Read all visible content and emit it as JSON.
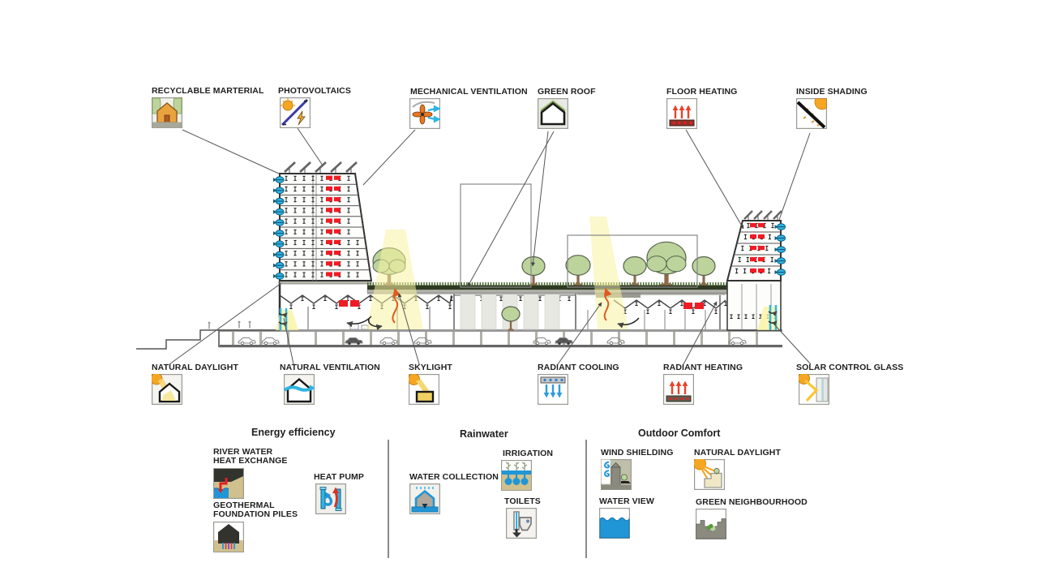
{
  "callouts_top": [
    {
      "label": "RECYCLABLE MARTERIAL",
      "icon": "recyclable-material"
    },
    {
      "label": "PHOTOVOLTAICS",
      "icon": "photovoltaics"
    },
    {
      "label": "MECHANICAL VENTILATION",
      "icon": "mechanical-ventilation"
    },
    {
      "label": "GREEN ROOF",
      "icon": "green-roof"
    },
    {
      "label": "FLOOR HEATING",
      "icon": "floor-heating"
    },
    {
      "label": "INSIDE SHADING",
      "icon": "inside-shading"
    }
  ],
  "callouts_bottom": [
    {
      "label": "NATURAL DAYLIGHT",
      "icon": "natural-daylight"
    },
    {
      "label": "NATURAL VENTILATION",
      "icon": "natural-ventilation"
    },
    {
      "label": "SKYLIGHT",
      "icon": "skylight"
    },
    {
      "label": "RADIANT COOLING",
      "icon": "radiant-cooling"
    },
    {
      "label": "RADIANT HEATING",
      "icon": "radiant-heating"
    },
    {
      "label": "SOLAR CONTROL GLASS",
      "icon": "solar-control-glass"
    }
  ],
  "legend": {
    "sections": [
      {
        "title": "Energy efficiency",
        "items": [
          {
            "label": "RIVER WATER\nHEAT EXCHANGE",
            "icon": "river-water-heat-exchange"
          },
          {
            "label": "HEAT PUMP",
            "icon": "heat-pump"
          },
          {
            "label": "GEOTHERMAL\nFOUNDATION PILES",
            "icon": "geothermal-foundation-piles"
          }
        ]
      },
      {
        "title": "Rainwater",
        "items": [
          {
            "label": "WATER COLLECTION",
            "icon": "water-collection"
          },
          {
            "label": "IRRIGATION",
            "icon": "irrigation"
          },
          {
            "label": "TOILETS",
            "icon": "toilets"
          }
        ]
      },
      {
        "title": "Outdoor Comfort",
        "items": [
          {
            "label": "WIND SHIELDING",
            "icon": "wind-shielding"
          },
          {
            "label": "NATURAL DAYLIGHT",
            "icon": "natural-daylight-outdoor"
          },
          {
            "label": "WATER VIEW",
            "icon": "water-view"
          },
          {
            "label": "GREEN NEIGHBOURHOOD",
            "icon": "green-neighbourhood"
          }
        ]
      }
    ]
  },
  "colors": {
    "accent_blue": "#2fb4e4",
    "deep_blue": "#1f78b4",
    "alert_red": "#ee1c25",
    "flow_orange": "#e05a20",
    "sun_orange": "#f5a623",
    "ray_yellow": "#f7d774",
    "light_beam": "#f7f3a0",
    "tree_green": "#bcd49c",
    "roof_green": "#2f3a22",
    "ground_tan": "#cfc08e",
    "line_gray": "#555555"
  }
}
